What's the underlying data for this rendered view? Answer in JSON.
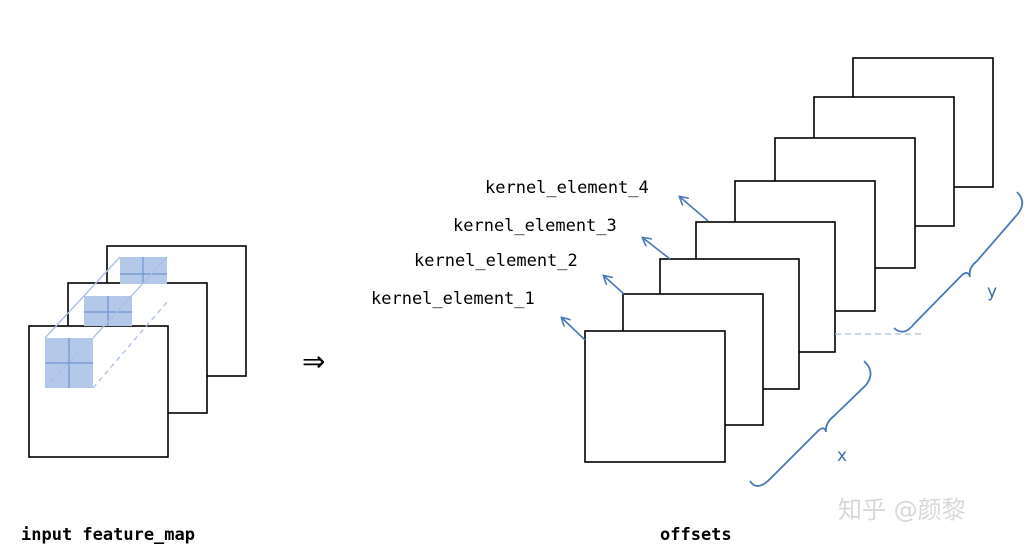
{
  "left_caption": "input feature_map",
  "right_caption": "offsets",
  "implies_symbol": "⇒",
  "kernel_labels": [
    "kernel_element_4",
    "kernel_element_3",
    "kernel_element_2",
    "kernel_element_1"
  ],
  "axis_x_label": "x",
  "axis_y_label": "y",
  "watermark": "知乎 @颜黎",
  "colors": {
    "accent": "#4a78b8",
    "highlight": "#b4c8ea",
    "stroke": "#000000"
  }
}
